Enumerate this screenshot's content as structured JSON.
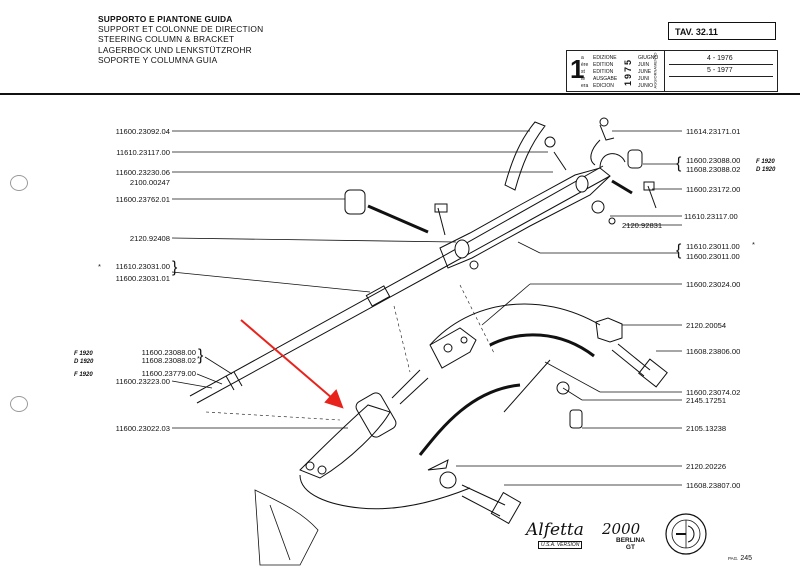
{
  "header": {
    "titles": [
      "SUPPORTO E PIANTONE GUIDA",
      "SUPPORT ET COLONNE DE DIRECTION",
      "STEERING COLUMN & BRACKET",
      "LAGERBOCK UND LENKSTÜTZROHR",
      "SOPORTE Y COLUMNA GUIA"
    ],
    "table_ref": "TAV. 32.11"
  },
  "edition": {
    "number": "1",
    "ordinals": [
      "a",
      "ère",
      "st",
      "te",
      "era"
    ],
    "words": [
      "EDIZIONE",
      "EDITION",
      "EDITION",
      "AUSGABE",
      "EDICION"
    ],
    "months": [
      "GIUGNO",
      "JUIN",
      "JUNE",
      "JUNI",
      "JUNIO"
    ],
    "year": "1975",
    "side_label": "AGGIORNAMENTO",
    "updates": [
      "4 - 1976",
      "5 - 1977"
    ]
  },
  "left_parts": [
    "11600.23092.04",
    "11610.23117.00",
    "11600.23230.06",
    "2100.00247",
    "11600.23762.01",
    "2120.92408",
    "11610.23031.00",
    "11600.23031.01",
    "11600.23088.00",
    "11608.23088.02",
    "11600.23779.00",
    "11600.23223.00",
    "11600.23022.03"
  ],
  "left_notes": [
    "*",
    "F 1920",
    "D 1920",
    "*",
    "F 1920"
  ],
  "right_parts": [
    "11614.23171.01",
    "11600.23088.00",
    "11608.23088.02",
    "11600.23172.00",
    "11610.23117.00",
    "2120.92831",
    "11610.23011.00",
    "11600.23011.00",
    "11600.23024.00",
    "2120.20054",
    "11608.23806.00",
    "11600.23074.02",
    "2145.17251",
    "2105.13238",
    "2120.20226",
    "11608.23807.00"
  ],
  "right_notes": [
    "F 1920",
    "D 1920",
    "*"
  ],
  "footer": {
    "logo": "Alfetta",
    "model": "2000",
    "version": "U.S.A. VERSION",
    "body_line1": "BERLINA",
    "body_line2": "GT",
    "page_label": "PAG.",
    "page_number": "245"
  },
  "colors": {
    "ink": "#111111",
    "arrow": "#e8231c"
  }
}
